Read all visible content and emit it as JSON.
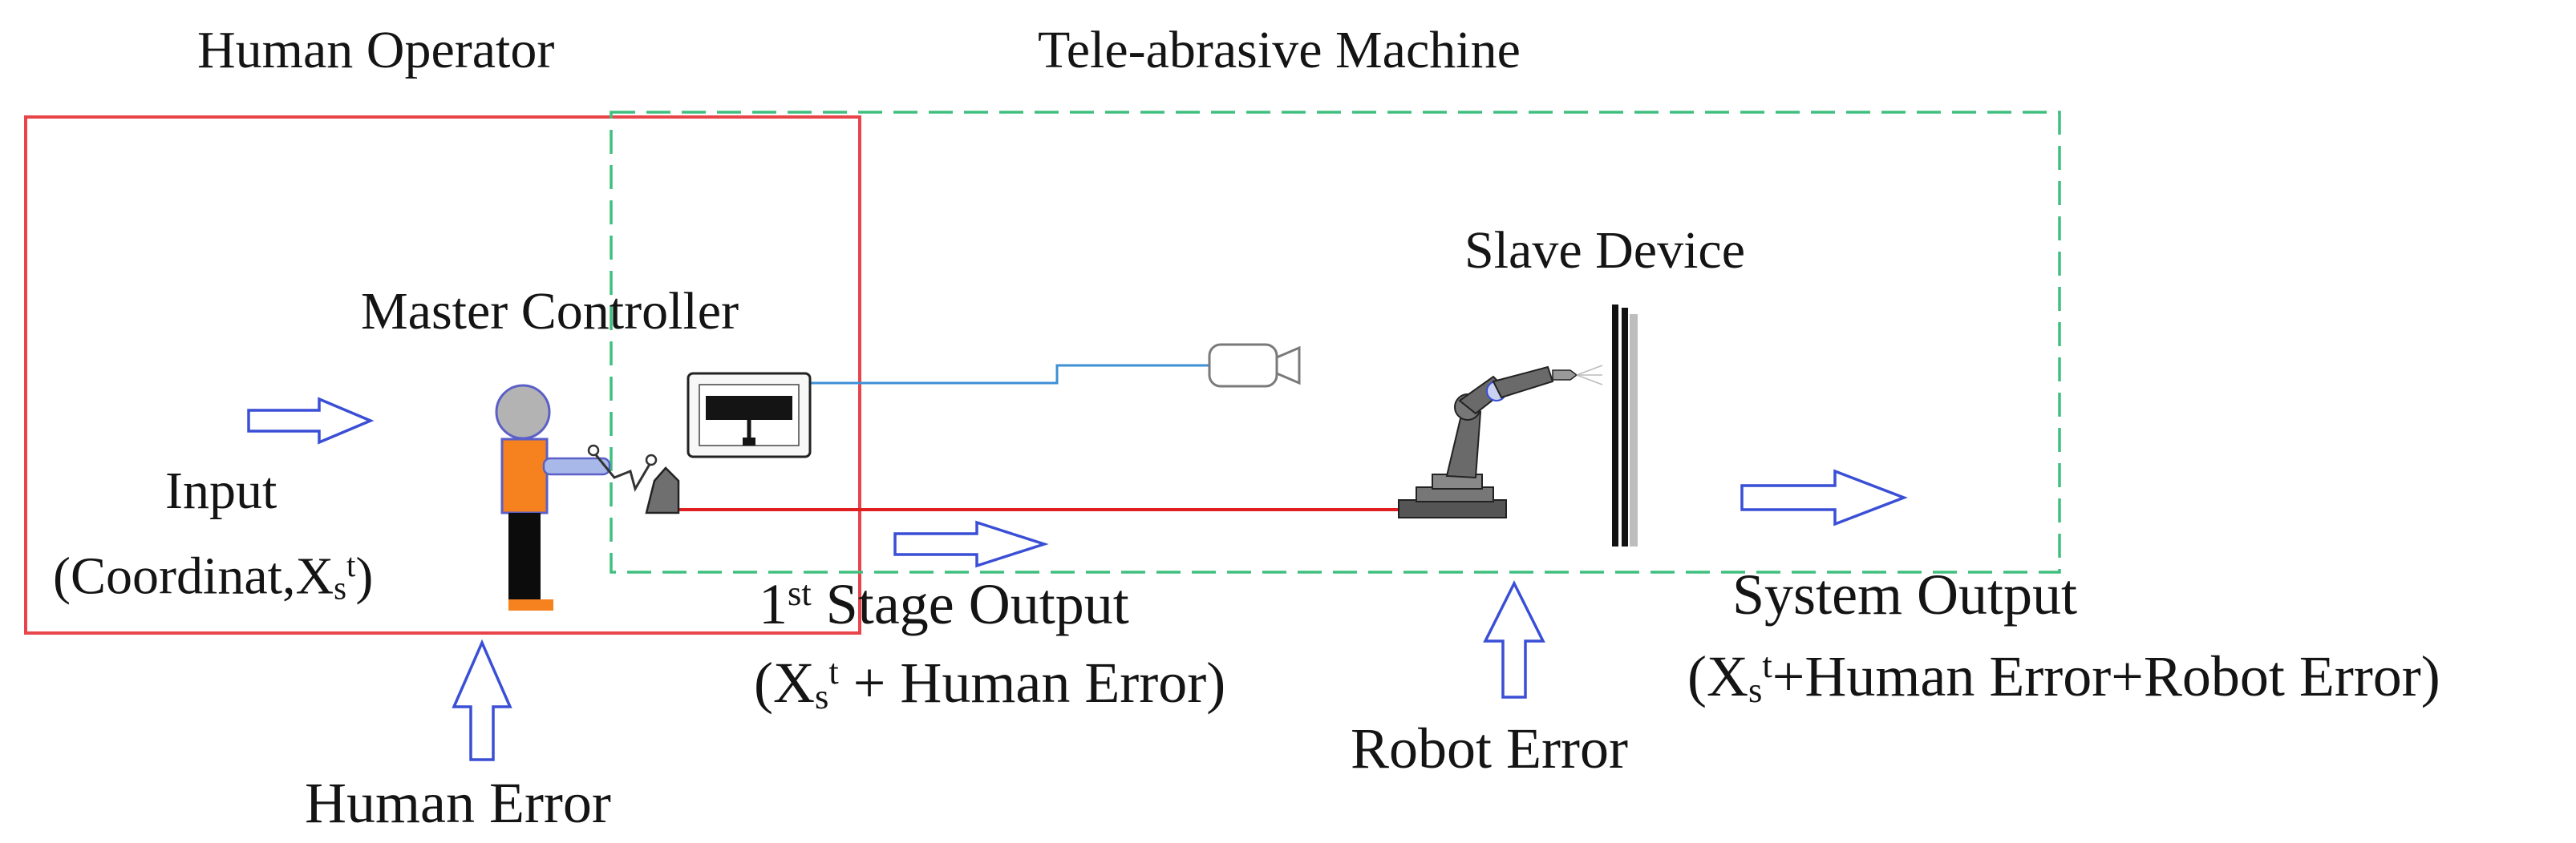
{
  "labels": {
    "human_operator": "Human Operator",
    "tele_machine": "Tele-abrasive Machine",
    "slave_device": "Slave Device",
    "master_controller": "Master Controller",
    "input_title": "Input",
    "input_coord_prefix": "(Coordinat,X",
    "input_sub": "s",
    "input_sup": "t",
    "input_close": ")",
    "stage1_num": "1",
    "stage1_sup": "st",
    "stage1_text": " Stage Output",
    "stage1_expr_open": "(X",
    "stage1_expr_sub": "s",
    "stage1_expr_sup": "t",
    "stage1_expr_rest": " + Human Error)",
    "system_output": "System Output",
    "sys_expr_open": "(X",
    "sys_expr_sub": "s",
    "sys_expr_sup": "t",
    "sys_expr_rest": "+Human Error+Robot Error)",
    "robot_error": "Robot Error",
    "human_error": "Human Error"
  },
  "colors": {
    "operator_box": "#e8454a",
    "machine_box": "#3fbf7f",
    "arrow_outline": "#3a4fd6",
    "camera_link": "#3d8fd6",
    "control_link": "#e02020",
    "operator_shirt": "#f5821f",
    "operator_head": "#b3b3b3"
  },
  "icons": {
    "operator": "human-operator-icon",
    "camera": "camera-icon",
    "monitor": "monitor-icon",
    "joystick": "joystick-icon",
    "robot": "robot-arm-icon",
    "workpiece": "workpiece-wall-icon"
  }
}
